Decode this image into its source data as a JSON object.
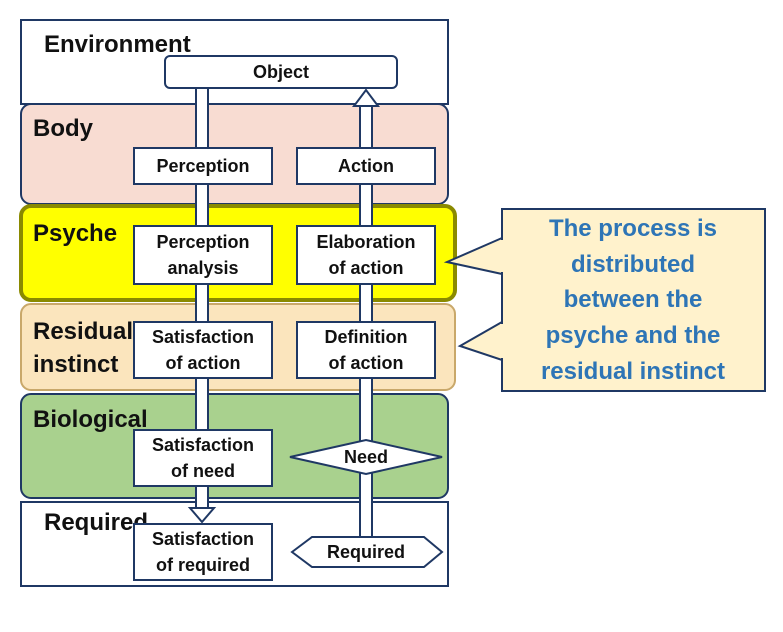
{
  "layers": {
    "environment": "Environment",
    "body": "Body",
    "psyche": "Psyche",
    "residual_line1": "Residual",
    "residual_line2": "instinct",
    "biological": "Biological",
    "required": "Required"
  },
  "boxes": {
    "object": "Object",
    "perception": "Perception",
    "action": "Action",
    "perception_analysis_1": "Perception",
    "perception_analysis_2": "analysis",
    "elaboration_1": "Elaboration",
    "elaboration_2": "of action",
    "satisfaction_action_1": "Satisfaction",
    "satisfaction_action_2": "of action",
    "definition_1": "Definition",
    "definition_2": "of action",
    "satisfaction_need_1": "Satisfaction",
    "satisfaction_need_2": "of need",
    "need": "Need",
    "satisfaction_required_1": "Satisfaction",
    "satisfaction_required_2": "of required",
    "required_hex": "Required"
  },
  "callout": {
    "line1": "The process is",
    "line2": "distributed",
    "line3": "between the",
    "line4": "psyche and the",
    "line5": "residual instinct"
  },
  "colors": {
    "body": "#f8dcd2",
    "psyche": "#ffff00",
    "residual": "#fbe5bd",
    "biological": "#a9d18e",
    "callout_fill": "#fff2cc",
    "callout_text": "#2e75b6",
    "outline": "#1f3864"
  }
}
